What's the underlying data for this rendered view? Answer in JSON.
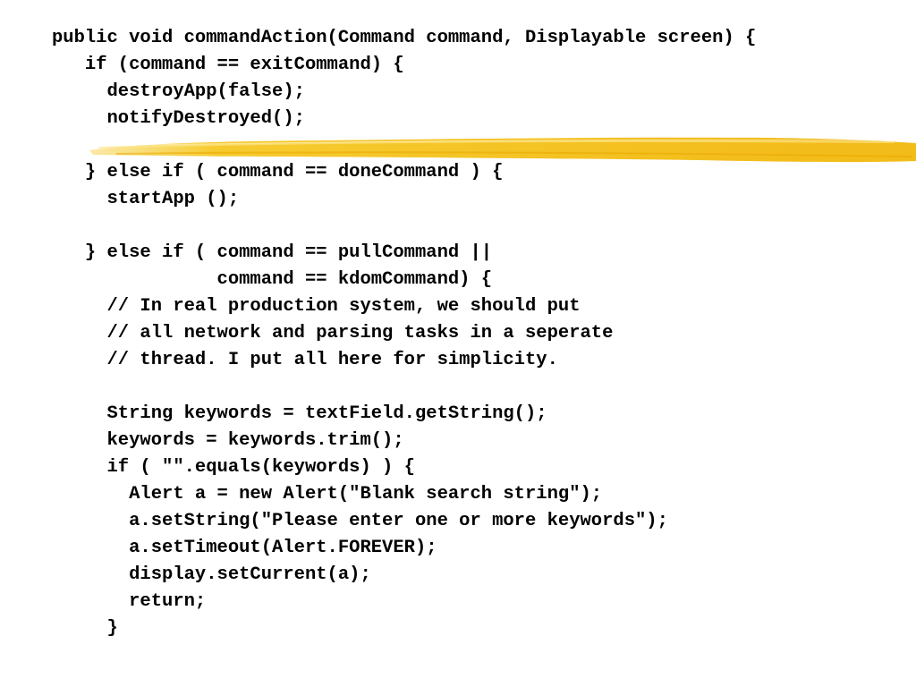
{
  "colors": {
    "background": "#ffffff",
    "text": "#000000",
    "highlight": "#f5c518"
  },
  "code": {
    "lines": [
      "public void commandAction(Command command, Displayable screen) {",
      "   if (command == exitCommand) {",
      "     destroyApp(false);",
      "     notifyDestroyed();",
      "",
      "   } else if ( command == doneCommand ) {",
      "     startApp ();",
      "",
      "   } else if ( command == pullCommand ||",
      "               command == kdomCommand) {",
      "     // In real production system, we should put",
      "     // all network and parsing tasks in a seperate",
      "     // thread. I put all here for simplicity.",
      "",
      "     String keywords = textField.getString();",
      "     keywords = keywords.trim();",
      "     if ( \"\".equals(keywords) ) {",
      "       Alert a = new Alert(\"Blank search string\");",
      "       a.setString(\"Please enter one or more keywords\");",
      "       a.setTimeout(Alert.FOREVER);",
      "       display.setCurrent(a);",
      "       return;",
      "     }"
    ]
  }
}
